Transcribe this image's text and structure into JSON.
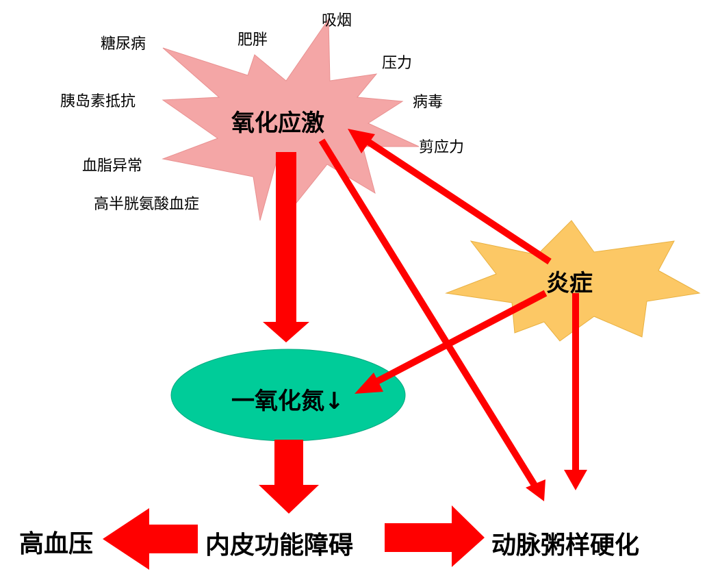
{
  "risk_factors": {
    "diabetes": "糖尿病",
    "obesity": "肥胖",
    "smoking": "吸烟",
    "stress": "压力",
    "insulin_resistance": "胰岛素抵抗",
    "virus": "病毒",
    "shear_stress": "剪应力",
    "dyslipidemia": "血脂异常",
    "hyperhomocysteinemia": "高半胱氨酸血症"
  },
  "nodes": {
    "oxidative_stress": "氧化应激",
    "inflammation": "炎症",
    "nitric_oxide": "一氧化氮↓",
    "endothelial_dysfunction": "内皮功能障碍",
    "hypertension": "高血压",
    "atherosclerosis": "动脉粥样硬化"
  },
  "colors": {
    "oxidative_stress_fill": "#f4a6a6",
    "inflammation_fill": "#fcc865",
    "nitric_oxide_fill": "#00cc99",
    "arrow": "#ff0000"
  }
}
